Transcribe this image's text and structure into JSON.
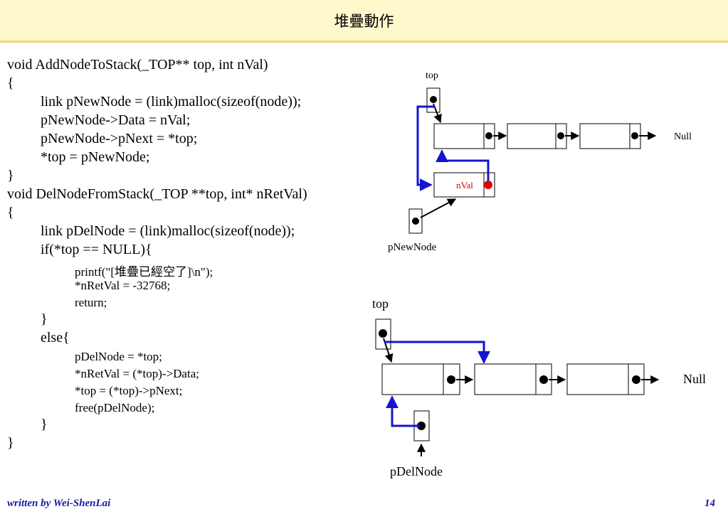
{
  "header": {
    "title": "堆疊動作"
  },
  "code_lines": [
    "void AddNodeToStack(_TOP** top, int nVal)",
    "{",
    "link pNewNode = (link)malloc(sizeof(node));",
    "pNewNode->Data = nVal;",
    "pNewNode->pNext = *top;",
    "*top = pNewNode;",
    "}",
    "void DelNodeFromStack(_TOP **top, int* nRetVal)",
    "{",
    "link pDelNode = (link)malloc(sizeof(node));",
    "if(*top == NULL){",
    "printf(\"[堆疊已經空了]\\n\");",
    "*nRetVal = -32768;",
    "return;",
    "}",
    "else{",
    "pDelNode = *top;",
    "*nRetVal = (*top)->Data;",
    "*top = (*top)->pNext;",
    "free(pDelNode);",
    "}",
    "}"
  ],
  "diagram_push": {
    "top_label": "top",
    "null_label": "Null",
    "new_node_value": "nVal",
    "pointer_label": "pNewNode"
  },
  "diagram_pop": {
    "top_label": "top",
    "null_label": "Null",
    "pointer_label": "pDelNode"
  },
  "footer": {
    "author": "written by Wei-ShenLai",
    "page_number": "14"
  },
  "colors": {
    "title_bg": "#fff8cc",
    "title_border": "#f5d37a",
    "highlight_arrow": "#1414d2",
    "new_value": "#cc0000",
    "footer_text": "#1a1aa6"
  }
}
